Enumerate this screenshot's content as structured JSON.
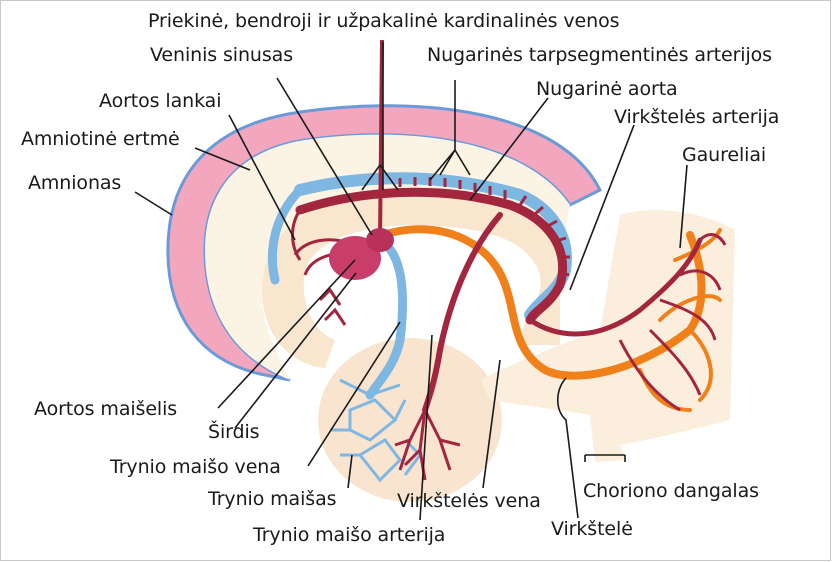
{
  "labels": {
    "veins_cardinal": "Priekinė, bendroji ir užpakalinė kardinalinės venos",
    "venous_sinus": "Veninis sinusas",
    "intersegmental_arteries": "Nugarinės tarpsegmentinės arterijos",
    "aortic_arches": "Aortos lankai",
    "dorsal_aorta": "Nugarinė aorta",
    "amniotic_cavity": "Amniotinė ertmė",
    "umbilical_artery": "Virkštelės arterija",
    "villi": "Gaureliai",
    "amnion": "Amnionas",
    "aortic_sac": "Aortos maišelis",
    "heart": "Širdis",
    "yolk_vein": "Trynio maišo vena",
    "yolk_sac": "Trynio maišas",
    "umbilical_vein": "Virkštelės vena",
    "chorion": "Choriono dangalas",
    "umbilical_cord": "Virkštelė",
    "yolk_artery": "Trynio maišo arterija"
  },
  "colors": {
    "amnion_pink": "#f2a7bf",
    "amnion_blue": "#6a9bd8",
    "tissue": "#fbeedd",
    "artery": "#a3263f",
    "vein": "#7fb7e3",
    "umbilical_vein": "#f0801a",
    "heart": "#c83d6a"
  }
}
